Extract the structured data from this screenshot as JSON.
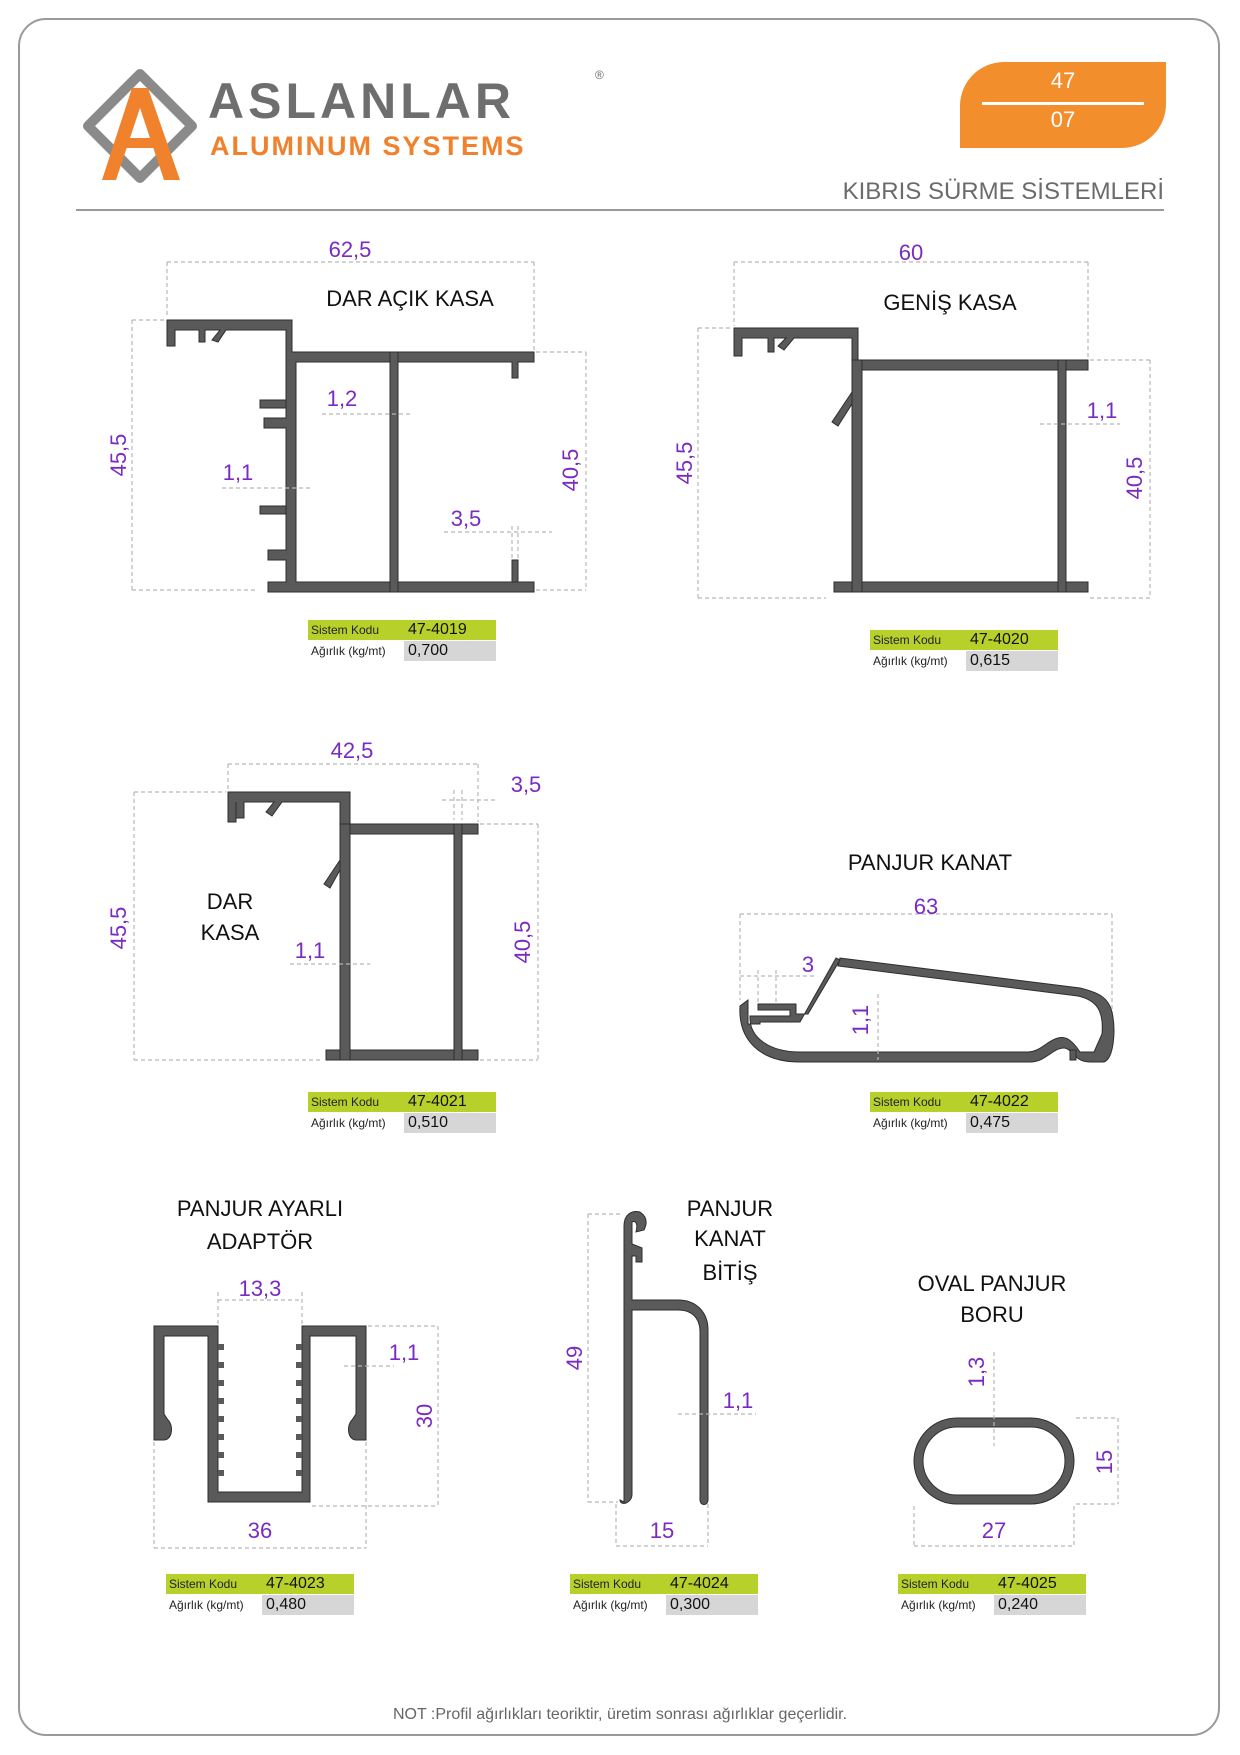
{
  "header": {
    "brand_name": "ASLANLAR",
    "brand_sub": "ALUMINUM SYSTEMS",
    "registered_mark": "®",
    "page_series": "47",
    "page_number": "07",
    "section_title": "KIBRIS SÜRME SİSTEMLERİ"
  },
  "labels": {
    "system_code": "Sistem Kodu",
    "weight": "Ağırlık (kg/mt)"
  },
  "profiles": [
    {
      "name": "DAR AÇIK KASA",
      "code": "47-4019",
      "weight": "0,700",
      "dims": [
        "62,5",
        "45,5",
        "40,5",
        "1,2",
        "1,1",
        "3,5"
      ]
    },
    {
      "name": "GENİŞ KASA",
      "code": "47-4020",
      "weight": "0,615",
      "dims": [
        "60",
        "45,5",
        "40,5",
        "1,1"
      ]
    },
    {
      "name": "DAR KASA",
      "name_line1": "DAR",
      "name_line2": "KASA",
      "code": "47-4021",
      "weight": "0,510",
      "dims": [
        "42,5",
        "3,5",
        "45,5",
        "40,5",
        "1,1"
      ]
    },
    {
      "name": "PANJUR KANAT",
      "code": "47-4022",
      "weight": "0,475",
      "dims": [
        "63",
        "3",
        "1,1"
      ]
    },
    {
      "name": "PANJUR AYARLI ADAPTÖR",
      "name_line1": "PANJUR AYARLI",
      "name_line2": "ADAPTÖR",
      "code": "47-4023",
      "weight": "0,480",
      "dims": [
        "13,3",
        "1,1",
        "30",
        "36"
      ]
    },
    {
      "name": "PANJUR KANAT BİTİŞ",
      "name_line1": "PANJUR",
      "name_line2": "KANAT",
      "name_line3": "BİTİŞ",
      "code": "47-4024",
      "weight": "0,300",
      "dims": [
        "49",
        "1,1",
        "15"
      ]
    },
    {
      "name": "OVAL PANJUR BORU",
      "name_line1": "OVAL PANJUR",
      "name_line2": "BORU",
      "code": "47-4025",
      "weight": "0,240",
      "dims": [
        "1,3",
        "15",
        "27"
      ]
    }
  ],
  "footer": {
    "note": "NOT :Profil ağırlıkları teoriktir, üretim sonrası ağırlıklar geçerlidir."
  },
  "colors": {
    "accent_orange": "#f28e2b",
    "dimension_purple": "#7a2bc2",
    "profile_fill": "#5a5a5a",
    "code_green": "#b7d02a"
  }
}
